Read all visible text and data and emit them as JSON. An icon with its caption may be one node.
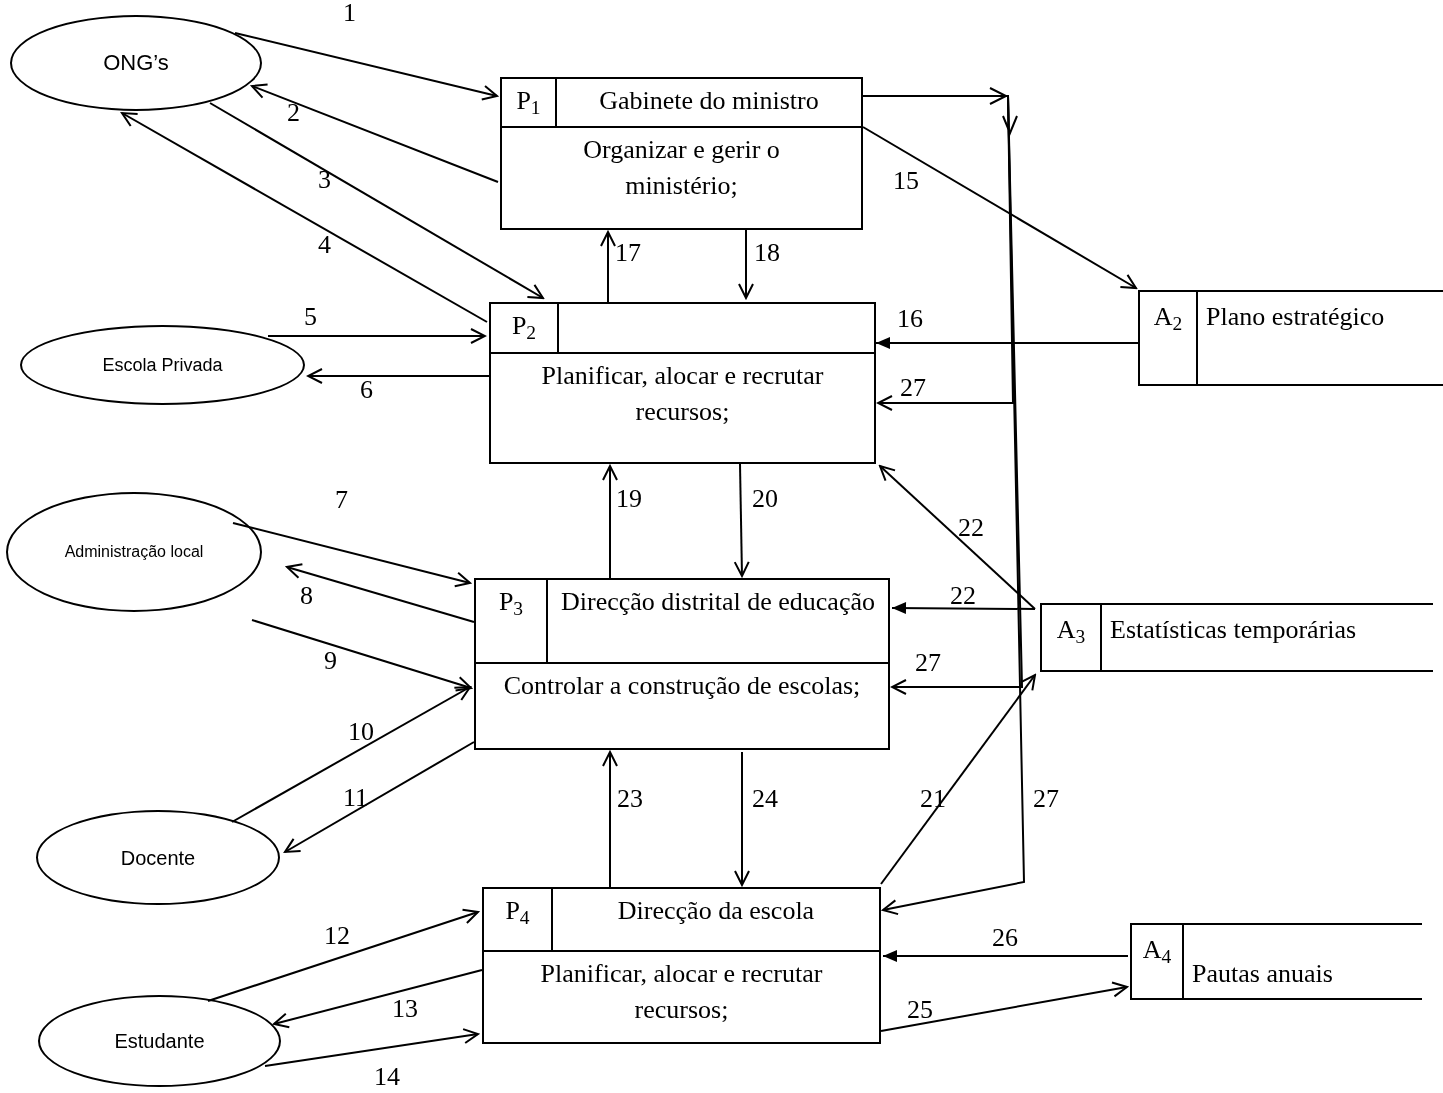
{
  "diagram": {
    "nodes": [
      {
        "text": [
          "ONG’s"
        ]
      },
      {
        "text": [
          "P$_{1}$",
          "Gabinete do ministro",
          "Organizar e gerir o ministério;"
        ]
      },
      {
        "text": [
          "P$_{2}$",
          "Planificar, alocar e recrutar recursos;"
        ]
      },
      {
        "text": [
          "Escola Privada"
        ]
      },
      {
        "text": [
          "Administração local"
        ]
      },
      {
        "text": [
          "P$_{3}$",
          "Direcção distrital de educação",
          "Controlar a construção de escolas;"
        ]
      },
      {
        "text": [
          "Docente"
        ]
      },
      {
        "text": [
          "P$_{4}$",
          "Direcção da escola",
          "Planificar, alocar e recrutar recursos;"
        ]
      },
      {
        "text": [
          "Estudante"
        ]
      },
      {
        "text": [
          "A$_{2}$",
          "Plano estratégico"
        ]
      },
      {
        "text": [
          "A$_{3}$",
          "Estatísticas temporárias"
        ]
      },
      {
        "text": [
          "A$_{4}$",
          "Pautas anuais"
        ]
      }
    ],
    "edges": [
      {
        "from": 0,
        "to": 1,
        "arrow": "to",
        "label": "1"
      },
      {
        "from": 1,
        "to": 0,
        "arrow": "to",
        "label": "2"
      },
      {
        "from": 0,
        "to": 2,
        "arrow": "to",
        "label": "3"
      },
      {
        "from": 2,
        "to": 0,
        "arrow": "to",
        "label": "4"
      },
      {
        "from": 3,
        "to": 2,
        "arrow": "to",
        "label": "5"
      },
      {
        "from": 2,
        "to": 3,
        "arrow": "to",
        "label": "6"
      },
      {
        "from": 4,
        "to": 5,
        "arrow": "to",
        "label": "7"
      },
      {
        "from": 5,
        "to": 4,
        "arrow": "to",
        "label": "8"
      },
      {
        "from": 4,
        "to": 5,
        "arrow": "to",
        "label": "9"
      },
      {
        "from": 6,
        "to": 5,
        "arrow": "to",
        "label": "10"
      },
      {
        "from": 5,
        "to": 6,
        "arrow": "to",
        "label": "11"
      },
      {
        "from": 8,
        "to": 7,
        "arrow": "to",
        "label": "12"
      },
      {
        "from": 7,
        "to": 8,
        "arrow": "to",
        "label": "13"
      },
      {
        "from": 8,
        "to": 7,
        "arrow": "to",
        "label": "14"
      },
      {
        "from": 1,
        "to": 9,
        "arrow": "to",
        "label": "15"
      },
      {
        "from": 9,
        "to": 2,
        "arrow": "to",
        "label": "16"
      },
      {
        "from": 2,
        "to": 1,
        "arrow": "to",
        "label": "17"
      },
      {
        "from": 1,
        "to": 2,
        "arrow": "to",
        "label": "18"
      },
      {
        "from": 5,
        "to": 2,
        "arrow": "to",
        "label": "19"
      },
      {
        "from": 2,
        "to": 5,
        "arrow": "to",
        "label": "20"
      },
      {
        "from": 7,
        "to": 10,
        "arrow": "to",
        "label": "21"
      },
      {
        "from": 10,
        "to": 2,
        "arrow": "to",
        "label": "22"
      },
      {
        "from": 10,
        "to": 5,
        "arrow": "to",
        "label": "22"
      },
      {
        "from": 7,
        "to": 5,
        "arrow": "to",
        "label": "23"
      },
      {
        "from": 5,
        "to": 7,
        "arrow": "to",
        "label": "24"
      },
      {
        "from": 7,
        "to": 11,
        "arrow": "to",
        "label": "25"
      },
      {
        "from": 11,
        "to": 7,
        "arrow": "to",
        "label": "26"
      },
      {
        "from": 1,
        "to": 2,
        "arrow": "to",
        "label": "27"
      },
      {
        "from": 1,
        "to": 5,
        "arrow": "to",
        "label": "27"
      },
      {
        "from": 1,
        "to": 7,
        "arrow": "to",
        "label": "27"
      }
    ]
  }
}
